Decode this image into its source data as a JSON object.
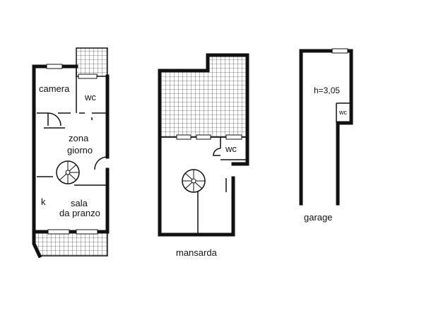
{
  "plans": [
    {
      "id": "ground-floor",
      "rooms": [
        {
          "key": "camera",
          "label": "camera"
        },
        {
          "key": "wc",
          "label": "wc"
        },
        {
          "key": "zona-giorno",
          "label_lines": [
            "zona",
            "giorno"
          ]
        },
        {
          "key": "kitchen",
          "label": "k"
        },
        {
          "key": "sala-da-pranzo",
          "label_lines": [
            "sala",
            "da pranzo"
          ]
        }
      ]
    },
    {
      "id": "attic",
      "caption": "mansarda",
      "rooms": [
        {
          "key": "wc",
          "label": "wc"
        }
      ]
    },
    {
      "id": "garage",
      "caption": "garage",
      "height_note": "h=3,05",
      "rooms": [
        {
          "key": "wc",
          "label": "wc"
        }
      ]
    }
  ],
  "colors": {
    "line": "#111111",
    "background": "#ffffff",
    "terrace_grid": "#111111"
  }
}
